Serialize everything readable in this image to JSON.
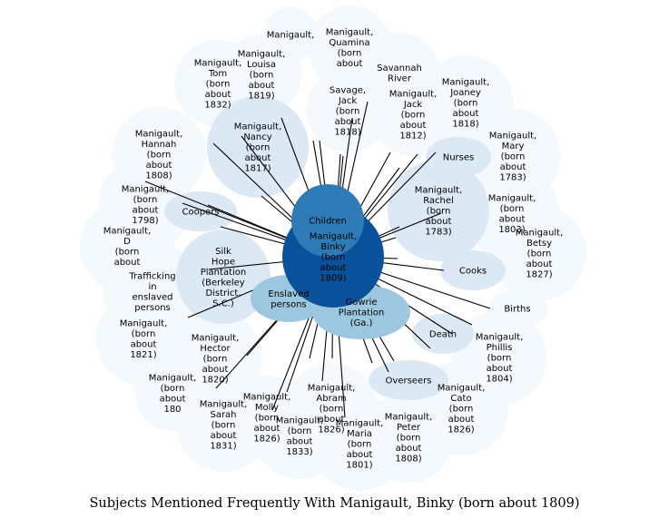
{
  "title": "Subjects Mentioned Frequently With Manigault, Binky (born about 1809)",
  "colors": {
    "palest": "#f4f9fe",
    "pale": "#dce8f4",
    "light": "#c6dcee",
    "mid": "#9dc7df",
    "strong": "#2f7bb8",
    "strongest": "#09529b",
    "edge": "#000000"
  },
  "center": {
    "label": [
      "Manigault,",
      "Binky",
      "(born",
      "about",
      "1809)"
    ]
  },
  "nodes": [
    {
      "id": "children",
      "label": [
        "Children"
      ]
    },
    {
      "id": "cowrie",
      "label": [
        "Gowrie",
        "Plantation",
        "(Ga.)"
      ]
    },
    {
      "id": "enslaved",
      "label": [
        "Enslaved",
        "persons"
      ]
    },
    {
      "id": "silk-hope",
      "label": [
        "Silk",
        "Hope",
        "Plantation",
        "(Berkeley",
        "District,",
        "S.C.)"
      ]
    },
    {
      "id": "rachel",
      "label": [
        "Manigault,",
        "Rachel",
        "(born",
        "about",
        "1783)"
      ]
    },
    {
      "id": "nancy",
      "label": [
        "Manigault,",
        "Nancy",
        "(born",
        "about",
        "1817)"
      ]
    },
    {
      "id": "nurses",
      "label": [
        "Nurses"
      ]
    },
    {
      "id": "cooks",
      "label": [
        "Cooks"
      ]
    },
    {
      "id": "overseers",
      "label": [
        "Overseers"
      ]
    },
    {
      "id": "death",
      "label": [
        "Death"
      ]
    },
    {
      "id": "coopers",
      "label": [
        "Coopers"
      ]
    },
    {
      "id": "births",
      "label": [
        "Births"
      ]
    },
    {
      "id": "trafficking",
      "label": [
        "Trafficking",
        "in",
        "enslaved",
        "persons"
      ]
    },
    {
      "id": "savannah",
      "label": [
        "Savannah",
        "River"
      ]
    },
    {
      "id": "quamina",
      "label": [
        "Manigault,",
        "Quamina",
        "(born",
        "about"
      ]
    },
    {
      "id": "savage-jack",
      "label": [
        "Savage,",
        "Jack",
        "(born",
        "about",
        "1818)"
      ]
    },
    {
      "id": "tom",
      "label": [
        "Manigault,",
        "Tom",
        "(born",
        "about",
        "1832)"
      ]
    },
    {
      "id": "louisa",
      "label": [
        "Manigault,",
        "Louisa",
        "(born",
        "about",
        "1819)"
      ]
    },
    {
      "id": "hannah",
      "label": [
        "Manigault,",
        "Hannah",
        "(born",
        "about",
        "1808)"
      ]
    },
    {
      "id": "joaney",
      "label": [
        "Manigault,",
        "Joaney",
        "(born",
        "about",
        "1818)"
      ]
    },
    {
      "id": "jack2",
      "label": [
        "Manigault,",
        "Jack",
        "(born",
        "about",
        "1812)"
      ]
    },
    {
      "id": "mary",
      "label": [
        "Manigault,",
        "Mary",
        "(born",
        "about",
        "1783)"
      ]
    },
    {
      "id": "p1798",
      "label": [
        "Manigault,",
        "(born",
        "about",
        "1798)"
      ]
    },
    {
      "id": "p1803",
      "label": [
        "Manigault,",
        "(born",
        "about",
        "1803)"
      ]
    },
    {
      "id": "p1827",
      "label": [
        "Manigault,",
        "Betsy",
        "(born",
        "about",
        "1827)"
      ]
    },
    {
      "id": "p-left",
      "label": [
        "Manigault,",
        "D",
        "(born",
        "about"
      ]
    },
    {
      "id": "p1821",
      "label": [
        "Manigault,",
        "(born",
        "about",
        "1821)"
      ]
    },
    {
      "id": "hector",
      "label": [
        "Manigault,",
        "Hector",
        "(born",
        "about",
        "1820)"
      ]
    },
    {
      "id": "phillis",
      "label": [
        "Manigault,",
        "Phillis",
        "(born",
        "about",
        "1804)"
      ]
    },
    {
      "id": "p180x",
      "label": [
        "Manigault,",
        "(born",
        "about",
        "180"
      ]
    },
    {
      "id": "sarah",
      "label": [
        "Manigault,",
        "Sarah",
        "(born",
        "about",
        "1831)"
      ]
    },
    {
      "id": "molly",
      "label": [
        "Manigault,",
        "Molly",
        "(born",
        "about",
        "1826)"
      ]
    },
    {
      "id": "abram",
      "label": [
        "Manigault,",
        "Abram",
        "(born",
        "about",
        "1826)"
      ]
    },
    {
      "id": "cato",
      "label": [
        "Manigault,",
        "Cato",
        "(born",
        "about",
        "1826)"
      ]
    },
    {
      "id": "maria",
      "label": [
        "Manigault,",
        "Maria",
        "(born",
        "about",
        "1801)"
      ]
    },
    {
      "id": "p1808",
      "label": [
        "Manigault,",
        "Peter",
        "(born",
        "about",
        "1808)"
      ]
    },
    {
      "id": "p-bottom",
      "label": [
        "Manigault,",
        "(born",
        "about",
        "1833)"
      ]
    },
    {
      "id": "p-top",
      "label": [
        "Manigault,"
      ]
    }
  ]
}
